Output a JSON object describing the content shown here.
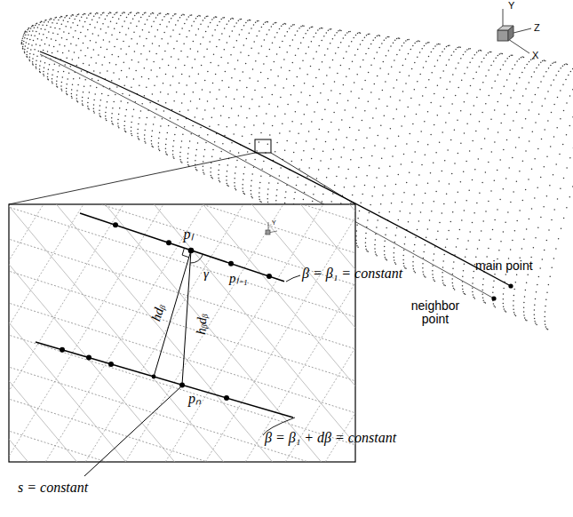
{
  "diagram": {
    "labels": [
      "Y",
      "Z",
      "X",
      "main point",
      "neighbor point",
      "Y",
      "pₗ",
      "pₗ₋₁",
      "γ",
      "hdᵦ",
      "hᵦdᵦ",
      "pₙ",
      "β = β₁ = constant",
      "β = β₁ + dβ = constant",
      "s = constant"
    ]
  }
}
